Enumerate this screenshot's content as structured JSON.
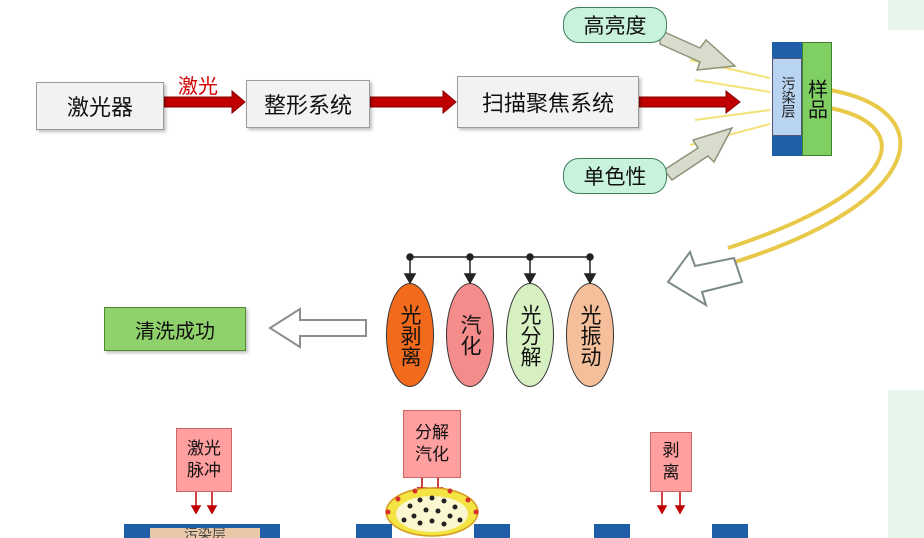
{
  "flow": {
    "laser": "激光器",
    "laser_label": "激光",
    "shaping": "整形系统",
    "scan_focus": "扫描聚焦系统",
    "property_1": "高亮度",
    "property_2": "单色性",
    "contamination_layer": "污染层",
    "sample": "样品",
    "success": "清洗成功"
  },
  "mechanisms": [
    {
      "label": "光剥离",
      "color": "#f26a1c"
    },
    {
      "label": "汽化",
      "color": "#f58c8c"
    },
    {
      "label": "光分解",
      "color": "#d7f0c2"
    },
    {
      "label": "光振动",
      "color": "#f4bf9a"
    }
  ],
  "bottom": {
    "pulse": "激光脉冲",
    "decomp": "分解汽化",
    "strip": "剥离",
    "layer": "污染层"
  },
  "colors": {
    "arrow_red": "#c00000",
    "success_green": "#8fd16b",
    "sample_green": "#7fcf63",
    "layer_blue": "#1f5fa8",
    "contamination_blue": "#b9d4f0"
  }
}
